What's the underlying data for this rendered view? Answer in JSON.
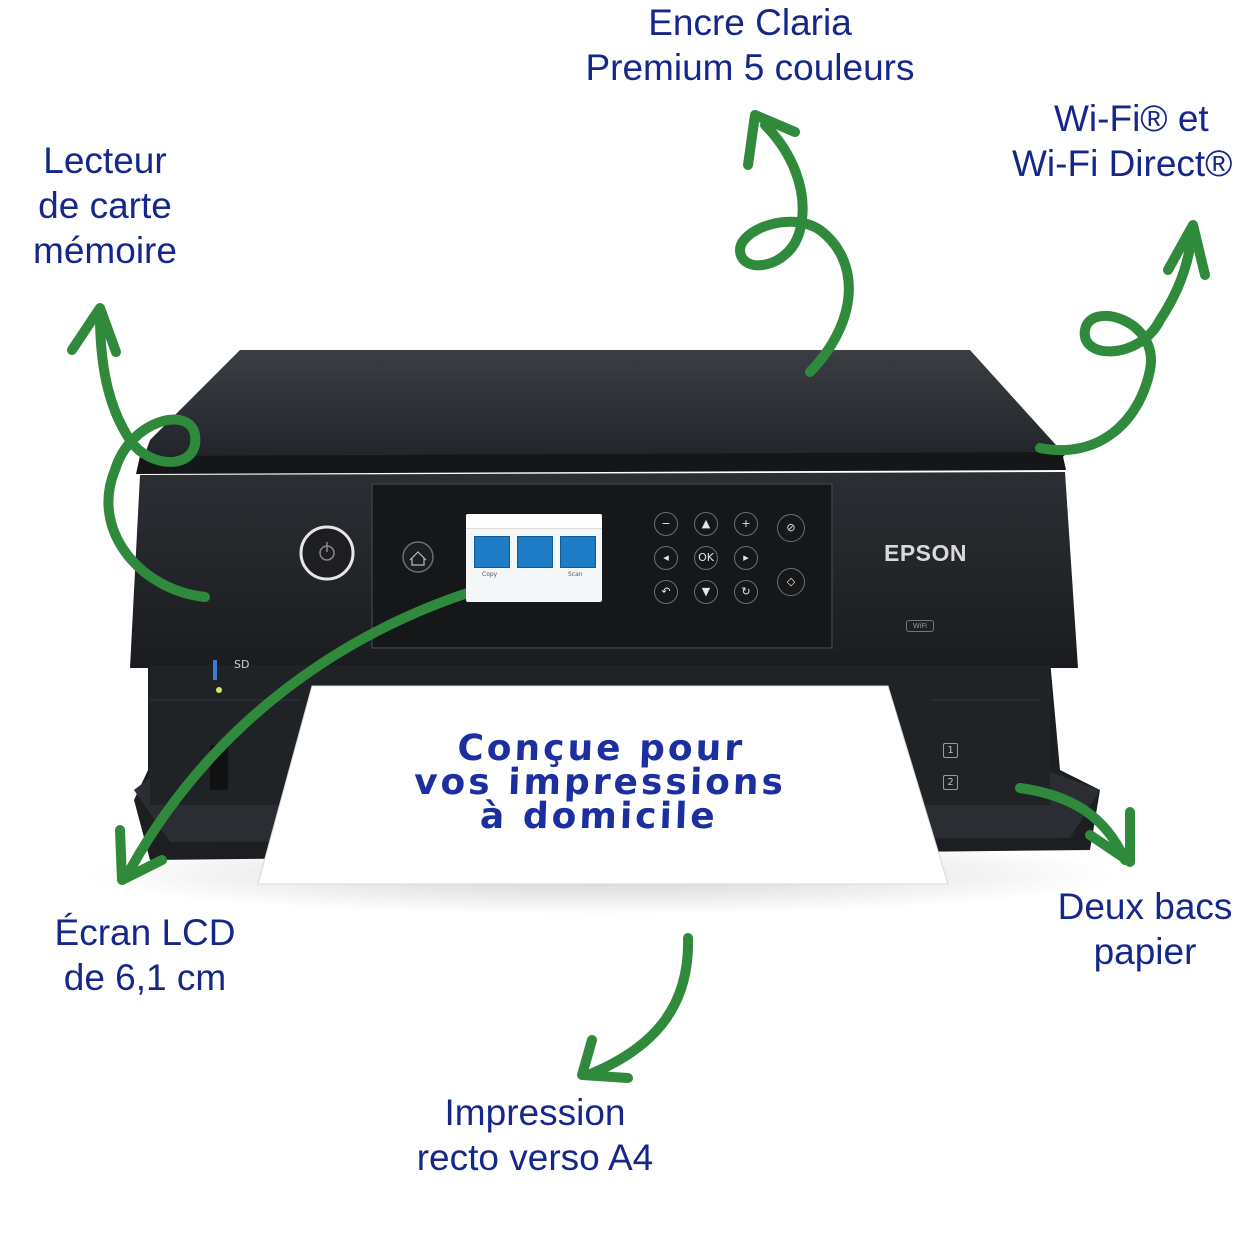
{
  "labels": {
    "ink": [
      "Encre Claria",
      "Premium 5 couleurs"
    ],
    "wifi": [
      "Wi-Fi® et",
      "Wi-Fi Direct®"
    ],
    "card_reader": [
      "Lecteur",
      "de carte",
      "mémoire"
    ],
    "lcd": [
      "Écran LCD",
      "de 6,1 cm"
    ],
    "trays": [
      "Deux bacs",
      "papier"
    ],
    "duplex": [
      "Impression",
      "recto verso A4"
    ]
  },
  "paper_text": [
    "Conçue pour",
    "vos impressions",
    "à domicile"
  ],
  "printer": {
    "brand": "EPSON",
    "wifi_badge": "WiFi",
    "sd_label": "SD",
    "tray_numbers": [
      "1",
      "2"
    ],
    "ok_label": "OK",
    "lcd_captions": [
      "Copy",
      "Scan"
    ]
  },
  "colors": {
    "label_text": "#15288a",
    "arrow_green": "#2f8a3c",
    "printer_body": "#26292d",
    "paper": "#ffffff"
  },
  "icons": [
    "power-icon",
    "home-icon",
    "arrow-icons",
    "stop-icon",
    "start-icon"
  ]
}
